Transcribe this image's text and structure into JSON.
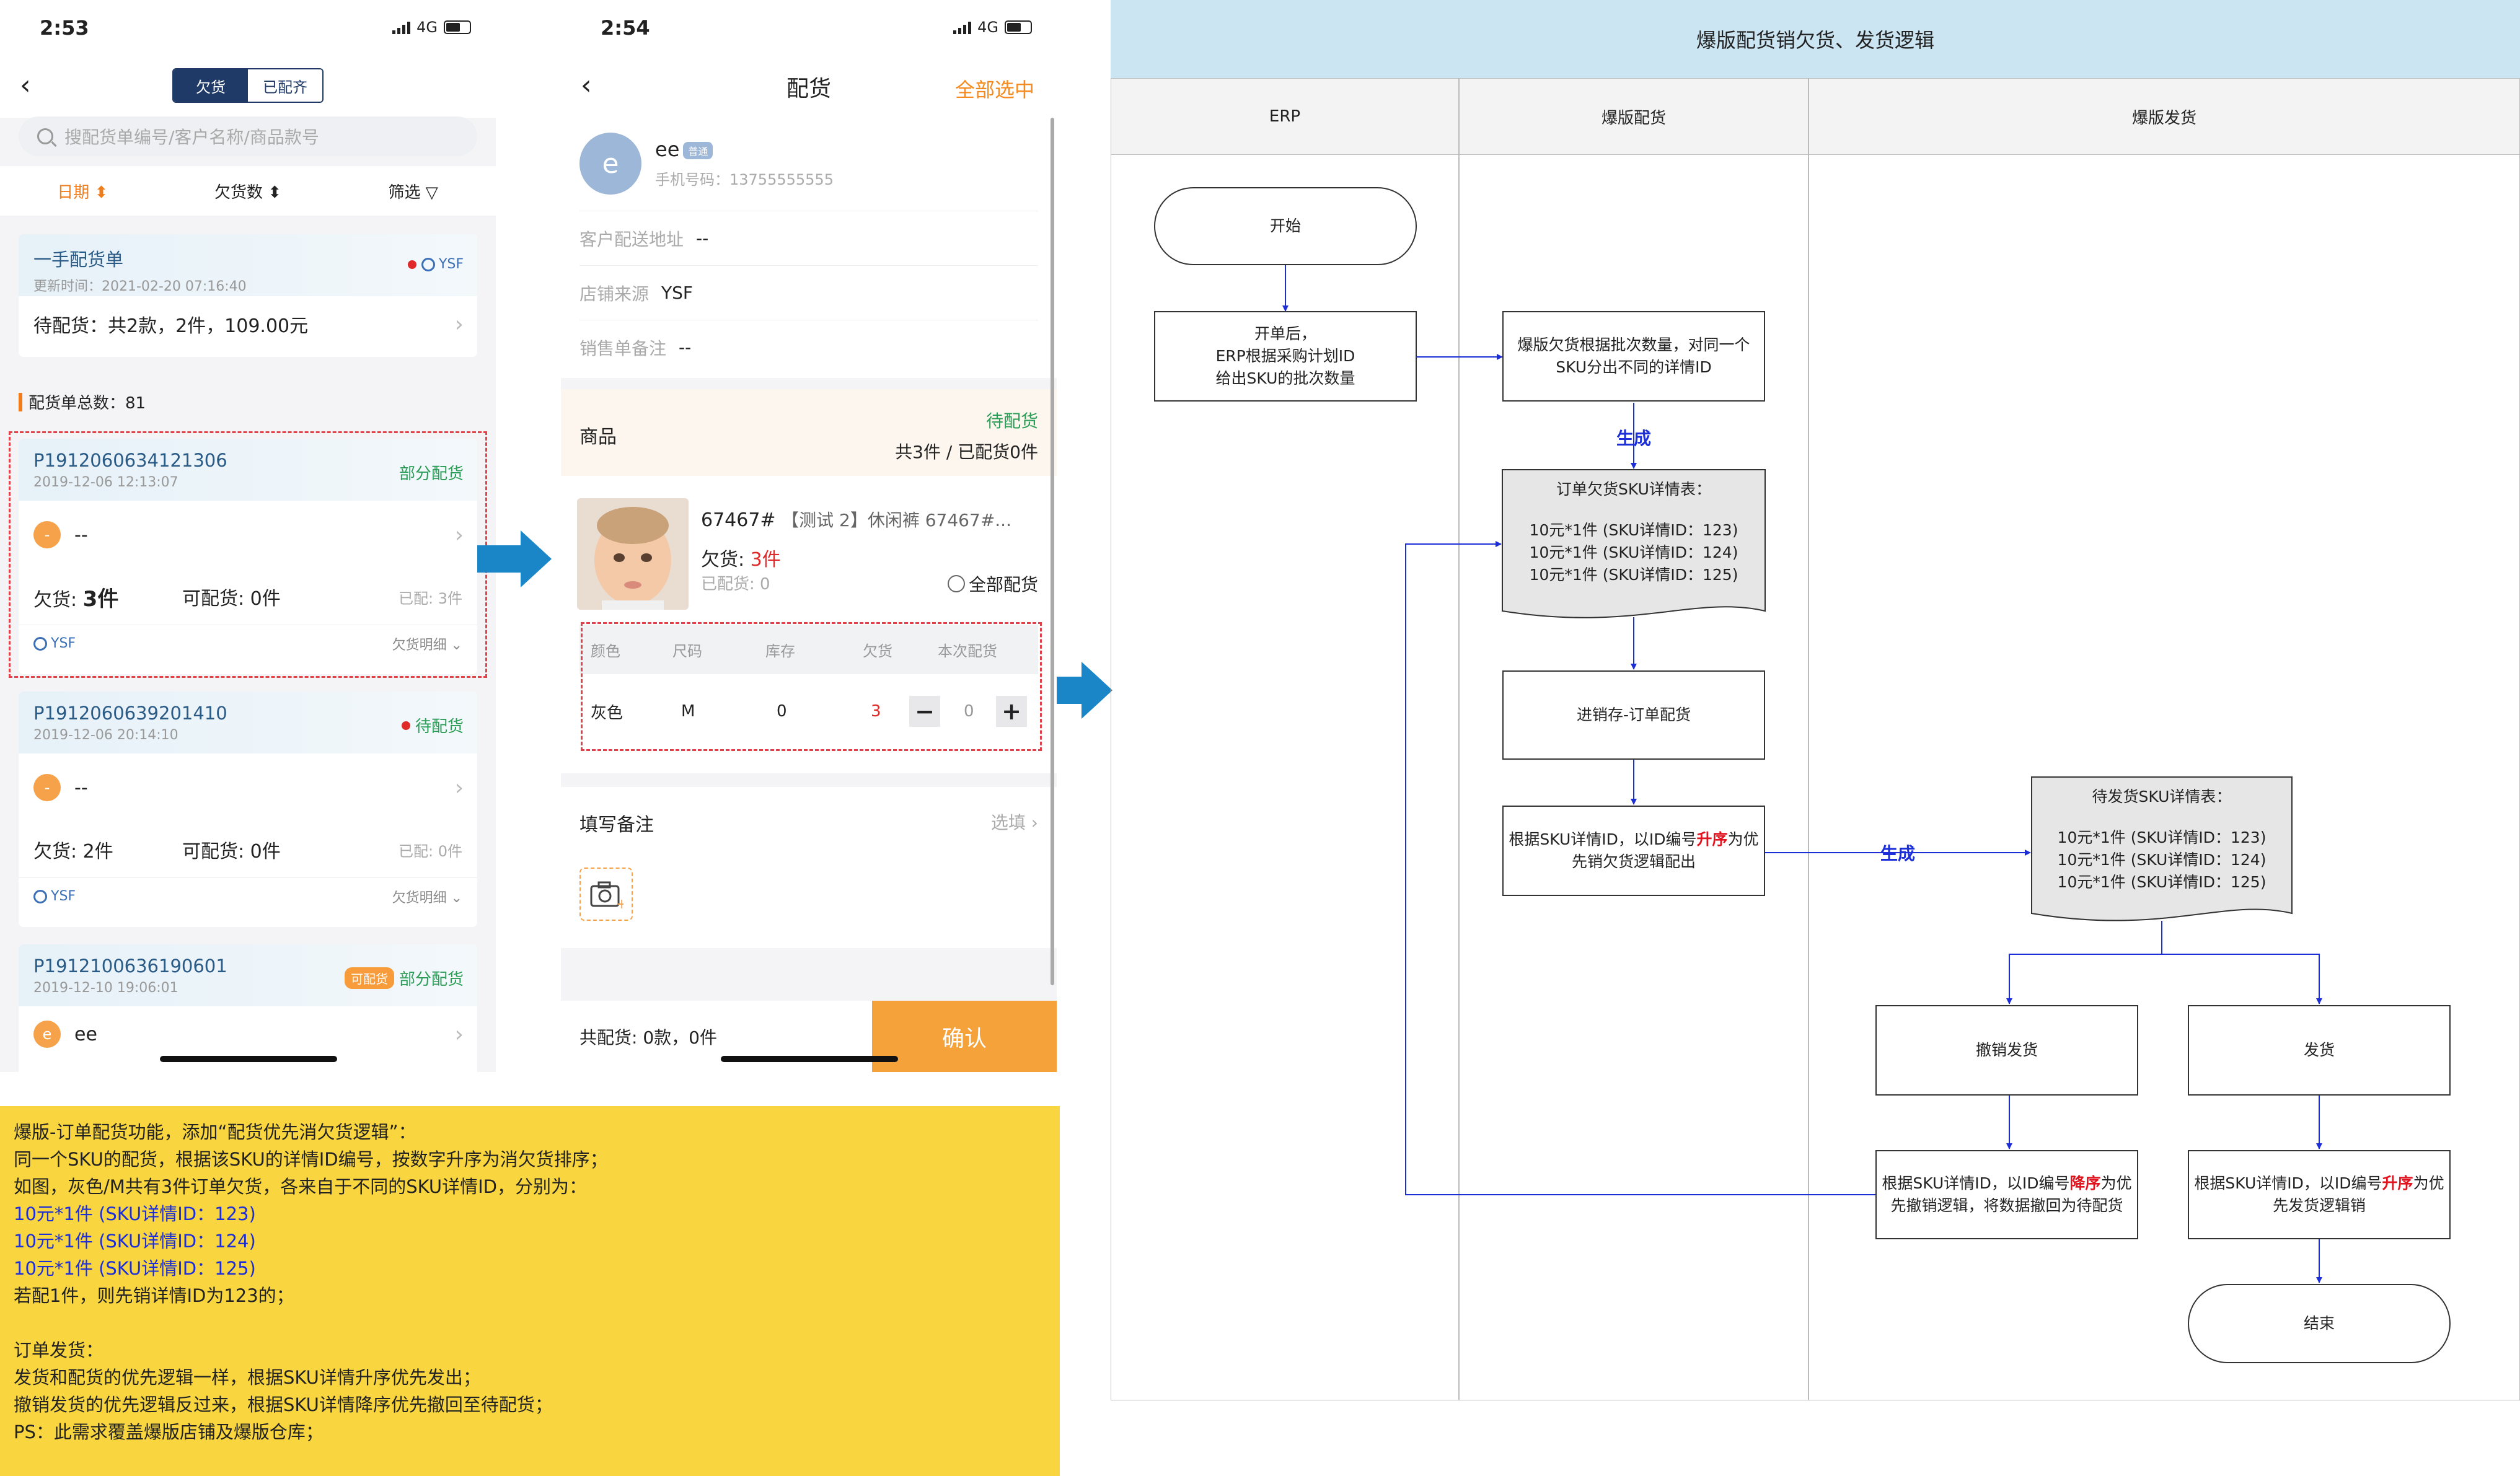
{
  "phone1": {
    "time": "2:53",
    "network": "4G",
    "tabs": [
      "欠货",
      "已配齐"
    ],
    "search_placeholder": "搜配货单编号/客户名称/商品款号",
    "filters": [
      "日期 ⬍",
      "欠货数 ⬍",
      "筛选 ▽"
    ],
    "first_card": {
      "title": "一手配货单",
      "updated": "更新时间：2021-02-20 07:16:40",
      "store": "YSF",
      "summary": "待配货：共2款，2件，109.00元"
    },
    "count_label": "配货单总数：81",
    "orders": [
      {
        "id": "P1912060634121306",
        "date": "2019-12-06 12:13:07",
        "status": "部分配货",
        "customer": "--",
        "owe_label": "欠货:",
        "owe_value": "3件",
        "avail": "可配货: 0件",
        "done": "已配: 3件",
        "store": "YSF",
        "detail": "欠货明细 ⌄"
      },
      {
        "id": "P1912060639201410",
        "date": "2019-12-06 20:14:10",
        "status": "待配货",
        "customer": "--",
        "owe_label": "欠货:",
        "owe_value": "2件",
        "avail": "可配货: 0件",
        "done": "已配: 0件",
        "store": "YSF",
        "detail": "欠货明细 ⌄"
      },
      {
        "id": "P1912100636190601",
        "date": "2019-12-10 19:06:01",
        "tag": "可配货",
        "status": "部分配货",
        "customer": "ee"
      }
    ]
  },
  "phone2": {
    "time": "2:54",
    "network": "4G",
    "title": "配货",
    "select_all": "全部选中",
    "customer": {
      "initial": "e",
      "name": "ee",
      "vip": "普通",
      "phone": "手机号码：13755555555"
    },
    "info": [
      {
        "key": "客户配送地址",
        "value": "--"
      },
      {
        "key": "店铺来源",
        "value": "YSF"
      },
      {
        "key": "销售单备注",
        "value": "--"
      }
    ],
    "goods_label": "商品",
    "goods_status": "待配货",
    "goods_summary": "共3件 / 已配货0件",
    "product": {
      "code": "67467#",
      "tag": "【测试 2】休闲裤 67467#...",
      "owe_label": "欠货:",
      "owe_value": "3件",
      "done": "已配货: 0",
      "all_label": "全部配货"
    },
    "sku_headers": [
      "颜色",
      "尺码",
      "库存",
      "欠货",
      "本次配货"
    ],
    "sku_row": {
      "color": "灰色",
      "size": "M",
      "stock": "0",
      "owe": "3",
      "qty": "0"
    },
    "remark_label": "填写备注",
    "remark_optional": "选填 ›",
    "total": "共配货: 0款，0件",
    "confirm": "确认"
  },
  "note": {
    "lines": [
      {
        "text": "爆版-订单配货功能，添加“配货优先消欠货逻辑”：",
        "color": "black"
      },
      {
        "text": "同一个SKU的配货，根据该SKU的详情ID编号，按数字升序为消欠货排序；",
        "color": "black"
      },
      {
        "text": "如图，灰色/M共有3件订单欠货，各来自于不同的SKU详情ID，分别为：",
        "color": "black"
      },
      {
        "text": "10元*1件 (SKU详情ID：123)",
        "color": "blue"
      },
      {
        "text": "10元*1件 (SKU详情ID：124)",
        "color": "blue"
      },
      {
        "text": "10元*1件 (SKU详情ID：125)",
        "color": "blue"
      },
      {
        "text": "若配1件，则先销详情ID为123的；",
        "color": "black"
      },
      {
        "text": "",
        "color": "black"
      },
      {
        "text": "订单发货：",
        "color": "black"
      },
      {
        "text": "发货和配货的优先逻辑一样，根据SKU详情升序优先发出；",
        "color": "black"
      },
      {
        "text": "撤销发货的优先逻辑反过来，根据SKU详情降序优先撤回至待配货；",
        "color": "black"
      },
      {
        "text": "PS：此需求覆盖爆版店铺及爆版仓库；",
        "color": "black"
      }
    ]
  },
  "flow": {
    "title": "爆版配货销欠货、发货逻辑",
    "lanes": [
      "ERP",
      "爆版配货",
      "爆版发货"
    ],
    "start": "开始",
    "erp_box": "开单后，\nERP根据采购计划ID\n给出SKU的批次数量",
    "batch_box": "爆版欠货根据批次数量，对同一个\nSKU分出不同的详情ID",
    "gen1": "生成",
    "owe_doc_title": "订单欠货SKU详情表：",
    "owe_doc_lines": [
      "10元*1件 (SKU详情ID：123)",
      "10元*1件 (SKU详情ID：124)",
      "10元*1件 (SKU详情ID：125)"
    ],
    "inv_box": "进销存-订单配货",
    "alloc_box_pre": "根据SKU详情ID，以ID编号",
    "alloc_box_red": "升序",
    "alloc_box_post": "为优\n先销欠货逻辑配出",
    "gen2": "生成",
    "ship_doc_title": "待发货SKU详情表：",
    "ship_doc_lines": [
      "10元*1件 (SKU详情ID：123)",
      "10元*1件 (SKU详情ID：124)",
      "10元*1件 (SKU详情ID：125)"
    ],
    "cancel_box": "撤销发货",
    "ship_box": "发货",
    "cancel_logic_pre": "根据SKU详情ID，以ID编号",
    "cancel_logic_red": "降序",
    "cancel_logic_post": "为优\n先撤销逻辑，将数据撤回为待配货",
    "ship_logic_pre": "根据SKU详情ID，以ID编号",
    "ship_logic_red": "升序",
    "ship_logic_post": "为优\n先发货逻辑销",
    "end": "结束"
  },
  "colors": {
    "accent_orange": "#f07d1c",
    "status_green": "#2a9d56",
    "lane_header": "#cbe5f3",
    "note_bg": "#f9d53f",
    "arrow_blue": "#1c2ed8",
    "pointer_blue": "#1a86c8"
  }
}
